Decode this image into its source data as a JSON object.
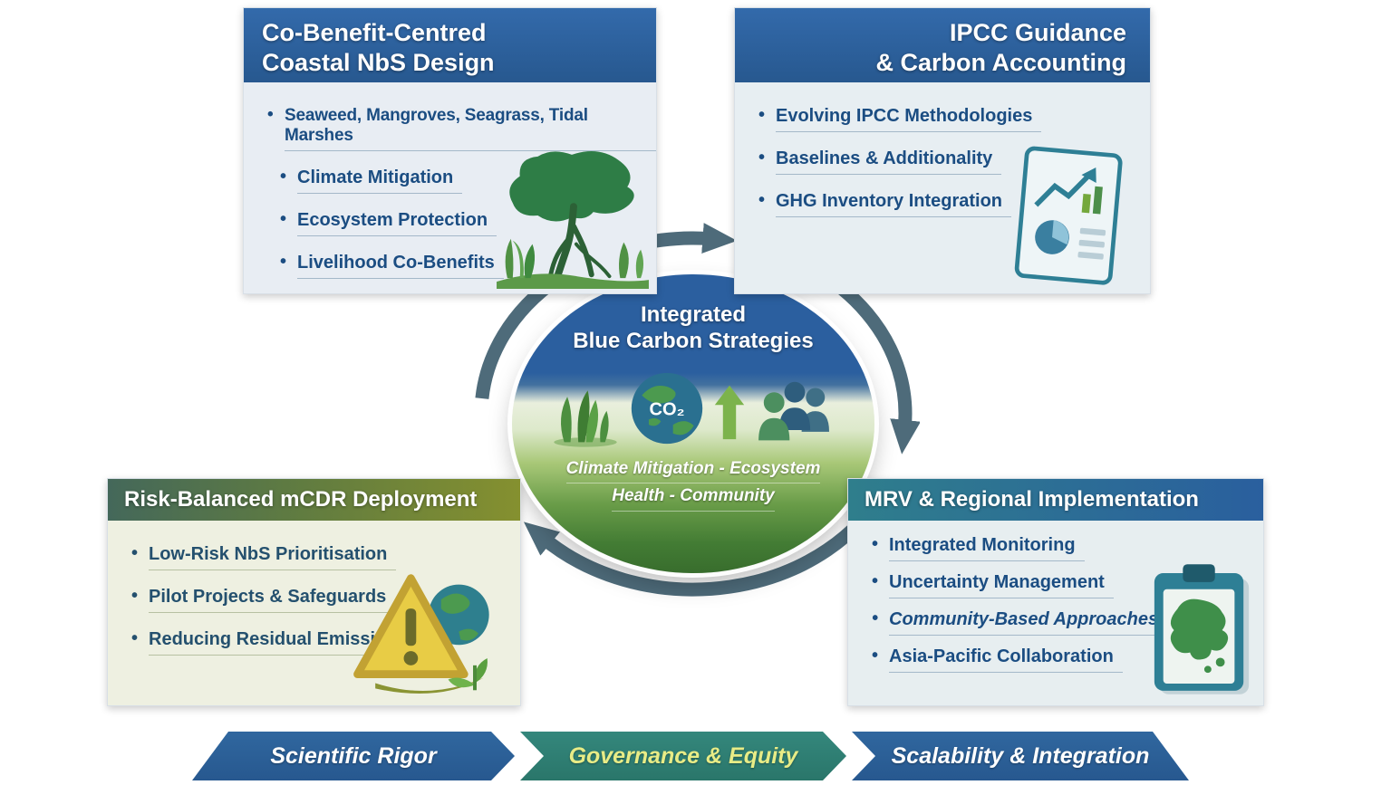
{
  "panels": {
    "top_left": {
      "title_line1": "Co-Benefit-Centred",
      "title_line2": "Coastal NbS Design",
      "bullets": [
        "Seaweed, Mangroves, Seagrass, Tidal Marshes",
        "Climate Mitigation",
        "Ecosystem Protection",
        "Livelihood Co-Benefits"
      ],
      "icon": "mangrove-tree-illustration"
    },
    "top_right": {
      "title_line1": "IPCC Guidance",
      "title_line2": "& Carbon Accounting",
      "bullets": [
        "Evolving IPCC Methodologies",
        "Baselines & Additionality",
        "GHG Inventory Integration"
      ],
      "icon": "report-chart-document-icon"
    },
    "bottom_left": {
      "title": "Risk-Balanced mCDR Deployment",
      "bullets": [
        "Low-Risk NbS Prioritisation",
        "Pilot Projects & Safeguards",
        "Reducing Residual Emissions"
      ],
      "icon": "warning-triangle-globe-sprout-icon"
    },
    "bottom_right": {
      "title": "MRV & Regional Implementation",
      "bullets": [
        "Integrated Monitoring",
        "Uncertainty Management",
        "Community-Based Approaches",
        "Asia-Pacific Collaboration"
      ],
      "icon": "clipboard-asia-map-icon"
    }
  },
  "center": {
    "title_line1": "Integrated",
    "title_line2": "Blue Carbon Strategies",
    "co2_label": "CO₂",
    "caption_line1": "Climate Mitigation - Ecosystem",
    "caption_line2": "Health - Community",
    "icons": [
      "seagrass-icon",
      "co2-globe-icon",
      "growth-arrow-icon",
      "community-people-icon"
    ]
  },
  "banner": [
    {
      "label": "Scientific Rigor"
    },
    {
      "label": "Governance & Equity"
    },
    {
      "label": "Scalability & Integration"
    }
  ],
  "colors": {
    "header_blue": "#2a5f9e",
    "header_olive_left": "#44685a",
    "header_olive_right": "#85902f",
    "header_teal": "#2f7e8c",
    "panel_body_blue": "#e8edf3",
    "panel_body_olive": "#eef0e1",
    "bullet_text": "#1b4d82",
    "cycle_arrow": "#4e6b7a",
    "center_top_blue": "#2b5f9f",
    "center_bottom_green": "#386d2d",
    "banner_blue": "#2a5f9e",
    "banner_teal": "#2f7f72",
    "banner_middle_text": "#e8ec86",
    "warning_yellow": "#e8cc45"
  }
}
